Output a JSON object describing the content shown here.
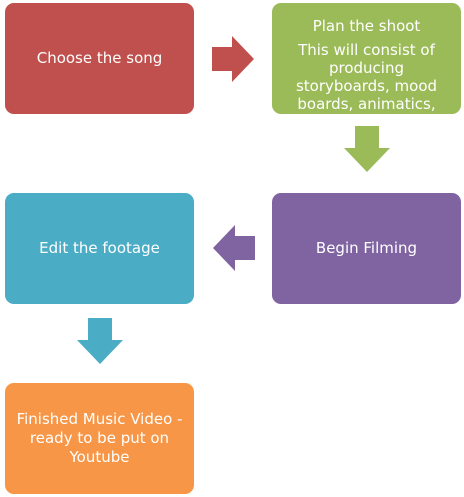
{
  "steps": {
    "choose": {
      "label": "Choose the song",
      "color": "#c0504d"
    },
    "plan": {
      "label": "Plan the shoot",
      "detail": "This will consist of producing storyboards, mood boards, animatics,",
      "color": "#9bbb59"
    },
    "film": {
      "label": "Begin Filming",
      "color": "#8064a2"
    },
    "edit": {
      "label": "Edit the footage",
      "color": "#4bacc6"
    },
    "finish": {
      "label": "Finished Music Video - ready to be put on Youtube",
      "color": "#f79646"
    }
  },
  "arrows": {
    "choose_to_plan": {
      "icon": "arrow-right-icon",
      "color": "#c0504d"
    },
    "plan_to_film": {
      "icon": "arrow-down-icon",
      "color": "#9bbb59"
    },
    "film_to_edit": {
      "icon": "arrow-left-icon",
      "color": "#8064a2"
    },
    "edit_to_finish": {
      "icon": "arrow-down-icon",
      "color": "#4bacc6"
    }
  }
}
